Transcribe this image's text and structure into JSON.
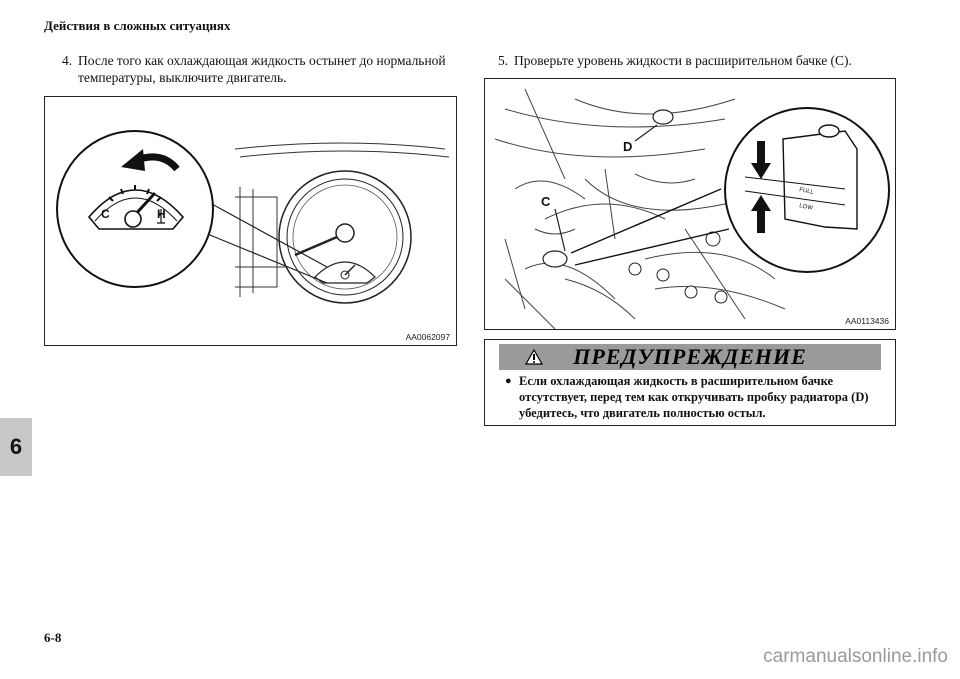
{
  "header": {
    "title": "Действия в сложных ситуациях"
  },
  "steps": {
    "left": {
      "number": "4.",
      "line1": "После того как охлаждающая жидкость остынет до нормальной",
      "line2": "температуры, выключите двигатель."
    },
    "right": {
      "number": "5.",
      "line1": "Проверьте уровень жидкости в расширительном бачке (C)."
    }
  },
  "figure_left": {
    "code": "AA0062097",
    "gauge_labels": {
      "cold": "C",
      "hot": "H"
    }
  },
  "figure_right": {
    "code": "AA0113436",
    "labels": {
      "tank": "C",
      "radiator_cap": "D",
      "full": "FULL",
      "low": "LOW"
    }
  },
  "warning": {
    "title": "ПРЕДУПРЕЖДЕНИЕ",
    "bullet": "●",
    "lines": [
      "Если охлаждающая жидкость в расширительном бачке",
      "отсутствует, перед тем как откручивать пробку радиатора (D)",
      "убедитесь, что двигатель полностью остыл."
    ]
  },
  "chapter_tab": "6",
  "page_number": "6-8",
  "watermark": "carmanualsonline.info"
}
